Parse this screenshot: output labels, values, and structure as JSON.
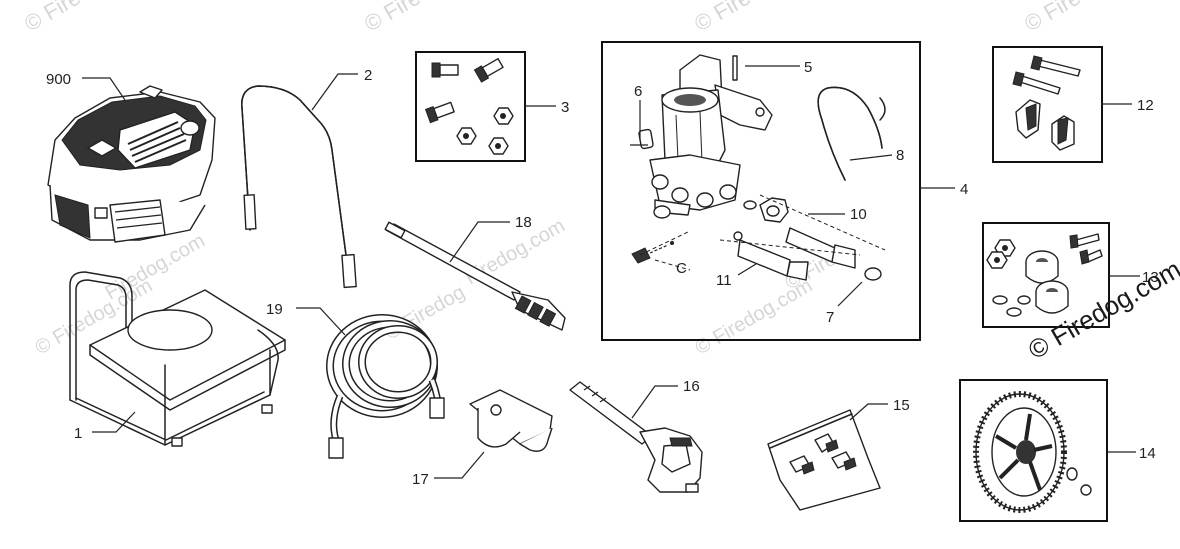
{
  "watermarks": {
    "faint": [
      "© Fire",
      "© Fire",
      "© Fire",
      "© Fire",
      "Firedog.com",
      "© Firedog.com",
      "© Firedog",
      "Firedog.com",
      "© Firedog.com",
      "© Fired"
    ],
    "main": "© Firedog.com"
  },
  "parts": {
    "p900": "900",
    "p1": "1",
    "p2": "2",
    "p3": "3",
    "p4": "4",
    "p5": "5",
    "p6": "6",
    "p7": "7",
    "p8": "8",
    "p10": "10",
    "p11": "11",
    "p12": "12",
    "p13": "13",
    "p14": "14",
    "p15": "15",
    "p16": "16",
    "p17": "17",
    "p18": "18",
    "p19": "19",
    "pC": "C"
  }
}
